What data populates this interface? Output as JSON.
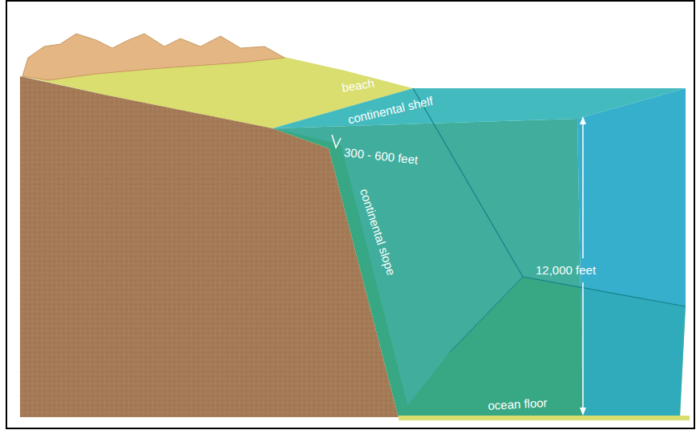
{
  "diagram": {
    "labels": [
      "beach",
      "continental shelf",
      "300 - 600 feet",
      "continental slope",
      "12,000 feet",
      "ocean floor"
    ]
  }
}
